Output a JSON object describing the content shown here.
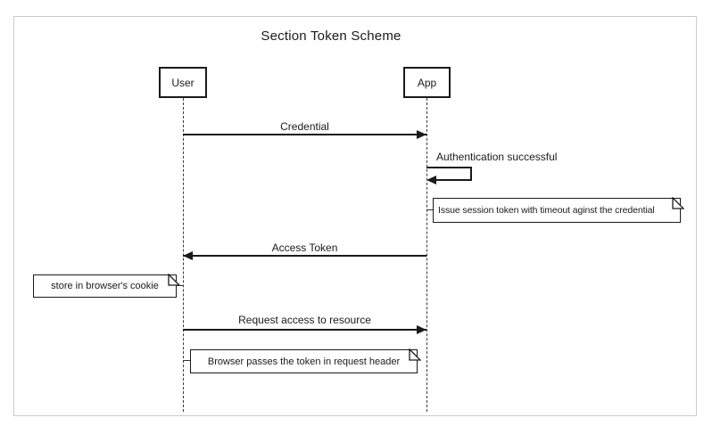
{
  "title": "Section Token Scheme",
  "actors": {
    "user": "User",
    "app": "App"
  },
  "messages": {
    "credential": "Credential",
    "auth_success": "Authentication successful",
    "access_token": "Access Token",
    "request_access": "Request access to resource"
  },
  "notes": {
    "issue_token": "Issue session token with timeout aginst the credential",
    "store_cookie": "store in browser's cookie",
    "request_header": "Browser passes the token in request header"
  },
  "colors": {
    "line": "#1a1a1a",
    "lifeline": "#3a3a3a",
    "frame_border": "#cccccc",
    "background": "#ffffff"
  }
}
